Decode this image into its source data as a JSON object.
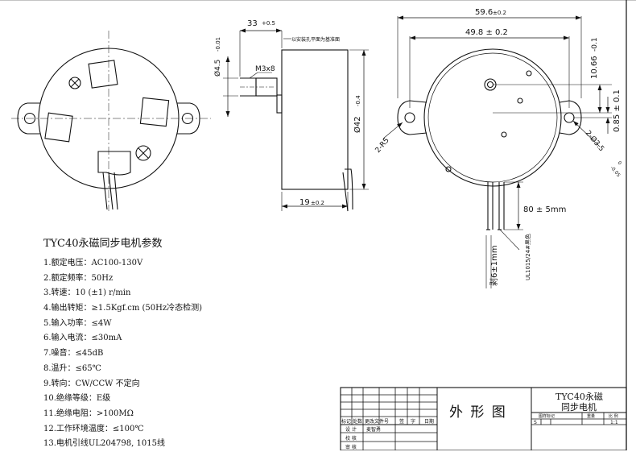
{
  "front_left": {
    "label": ""
  },
  "side_view": {
    "dim_length": "33",
    "dim_length_tol": "+0.5",
    "note_mount_plane": "以安装孔平面为基准面",
    "dim_shaft_dia": "Ø4.5",
    "dim_shaft_tol": "-0.01",
    "thread": "M3x8",
    "dim_body_dia": "Ø42",
    "dim_body_tol": "-0.4",
    "dim_depth": "19",
    "dim_depth_tol": "±0.2"
  },
  "front_right": {
    "dim_overall": "59.6",
    "dim_overall_tol": "±0.2",
    "dim_hole_spacing": "49.8 ± 0.2",
    "dim_offset_top": "10.66",
    "dim_offset_top_tol": "-0.1",
    "dim_offset_small": "0.85 ± 0.1",
    "dim_radius": "2-R5",
    "dim_holes": "2-Ø3.5",
    "dim_holes_tol_top": "0",
    "dim_holes_tol_bottom": "-0.05",
    "lead_length": "80 ± 5mm",
    "strip_length": "剥6±1mm",
    "wire_spec": "UL1015/24#黑色"
  },
  "specs": {
    "title": "TYC40永磁同步电机参数",
    "items": [
      "1.额定电压：AC100-130V",
      "2.额定频率：50Hz",
      "3.转速：10 (±1) r/min",
      "4.输出转矩：≥1.5Kgf.cm (50Hz冷态检测)",
      "5.输入功率：≤4W",
      "6.输入电流：≤30mA",
      "7.噪音：≤45dB",
      "8.温升：≤65℃",
      "9.转向：CW/CCW 不定向",
      "10.绝缘等级：E级",
      "11.绝缘电阻：>100MΩ",
      "12.工作环境温度：≤100℃",
      "13.电机引线UL204798, 1015线"
    ]
  },
  "title_block": {
    "drawing_name": "外 形 图",
    "product_line1": "TYC40永磁",
    "product_line2": "同步电机",
    "col_mark": "标记",
    "col_count": "处数",
    "col_doc": "更改文件号",
    "col_sign": "签",
    "col_name": "字",
    "col_date": "日期",
    "row_design": "设 计",
    "row_check": "校 核",
    "row_review": "审 核",
    "designer": "麦智勇",
    "stage_mark": "图样标记",
    "weight": "重量",
    "scale": "比 例",
    "stage_value": "S",
    "scale_value": "1:1"
  }
}
